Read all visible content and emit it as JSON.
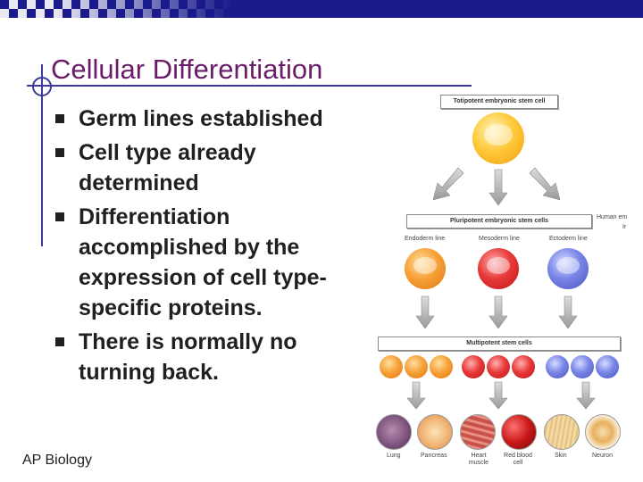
{
  "slide": {
    "title": "Cellular Differentiation",
    "bullets": [
      "Germ lines established",
      "Cell type already determined",
      "Differentiation accomplished by the expression of cell type-specific proteins.",
      "There is normally no turning back."
    ],
    "footer": "AP Biology"
  },
  "diagram": {
    "totipotent_label": "Totipotent embryonic stem cell",
    "pluripotent_label": "Pluripotent embryonic stem cells",
    "multipotent_label": "Multipotent stem cells",
    "side_label": "Human em",
    "side_label_2": "Ir",
    "lines": [
      "Endoderm line",
      "Mesoderm line",
      "Ectoderm line"
    ],
    "tissues": [
      "Lung",
      "Pancreas",
      "Heart muscle",
      "Red blood cell",
      "Skin",
      "Neuron"
    ]
  },
  "colors": {
    "title": "#6a1b6a",
    "banner": "#1a1a8c",
    "endoderm": "#f7a23a",
    "mesoderm": "#e83a3a",
    "ectoderm": "#7a86e6"
  }
}
